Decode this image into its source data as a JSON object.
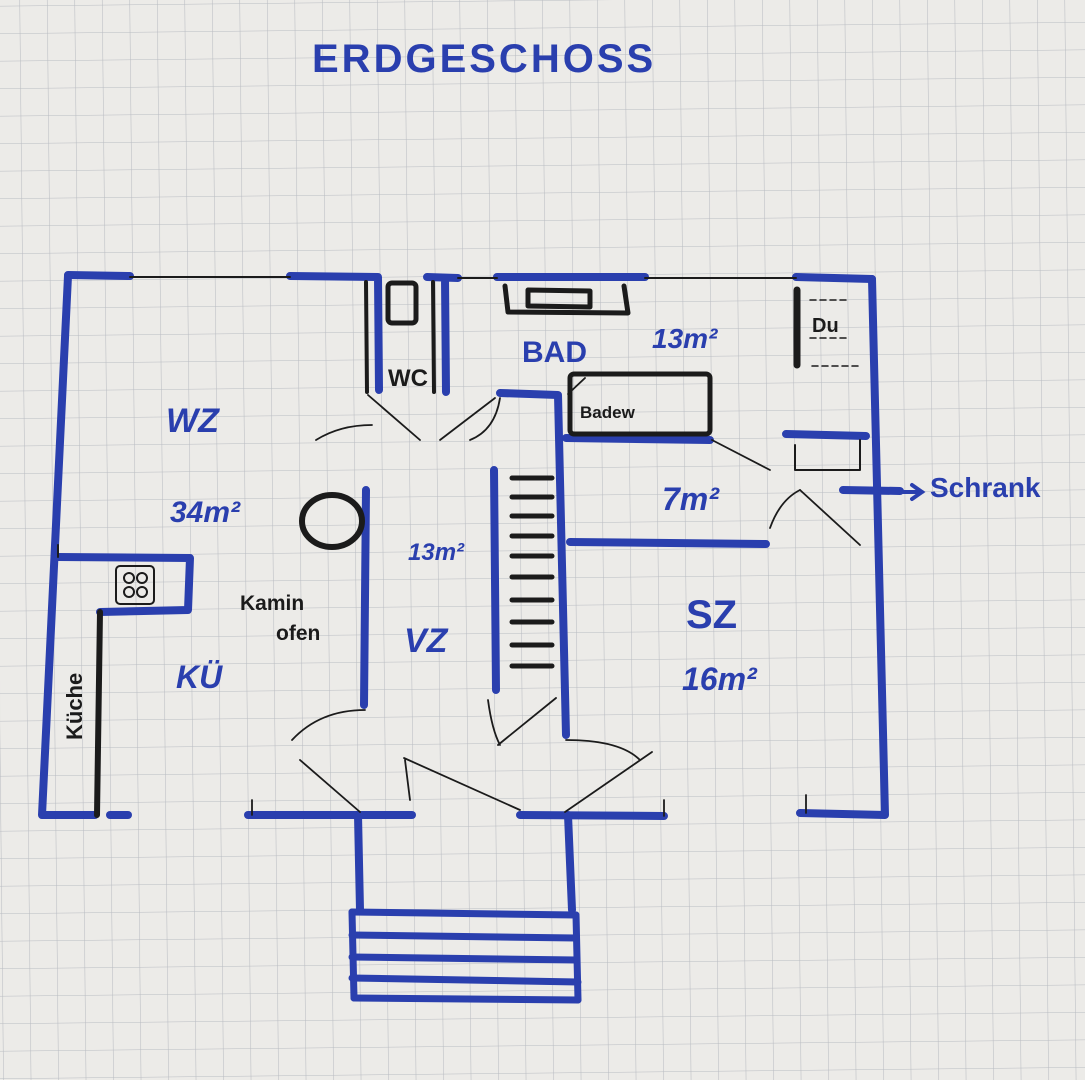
{
  "title": "ERDGESCHOSS",
  "colors": {
    "paper": "#ecebe8",
    "grid": "#b9bcc2",
    "blue_ink": "#2a3fae",
    "black_ink": "#1b1b1b"
  },
  "rooms": {
    "bad": {
      "name": "BAD",
      "area": "13m²"
    },
    "du": {
      "name": "Du"
    },
    "wc": {
      "name": "WC"
    },
    "badewanne": {
      "name": "Badew"
    },
    "flur": {
      "area": "7m²"
    },
    "schrank": {
      "name": "Schrank"
    },
    "wz": {
      "name": "WZ",
      "area": "34m²"
    },
    "kaminofen": {
      "line1": "Kamin",
      "line2": "ofen"
    },
    "treppe": {
      "area": "13m²"
    },
    "vz": {
      "name": "VZ"
    },
    "sz": {
      "name": "SZ",
      "area": "16m²"
    },
    "kue": {
      "name": "KÜ"
    },
    "kueche": {
      "name": "Küche"
    }
  }
}
